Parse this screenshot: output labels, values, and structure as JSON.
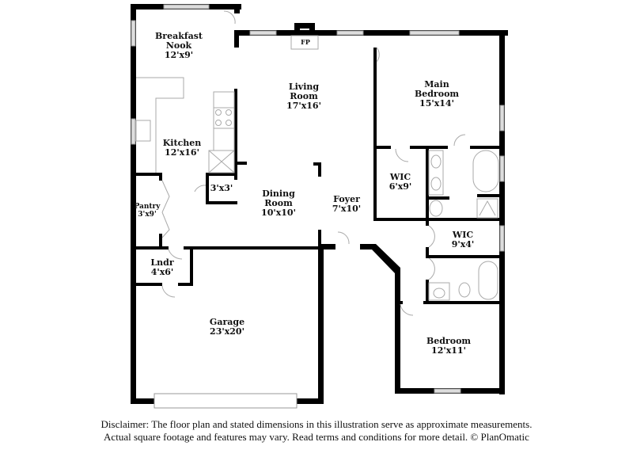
{
  "floor_plan": {
    "rooms": [
      {
        "id": "breakfast-nook",
        "name": "Breakfast Nook",
        "name_lines": [
          "Breakfast",
          "Nook"
        ],
        "dims": "12'x9'"
      },
      {
        "id": "living-room",
        "name": "Living Room",
        "name_lines": [
          "Living",
          "Room"
        ],
        "dims": "17'x16'"
      },
      {
        "id": "main-bedroom",
        "name": "Main Bedroom",
        "name_lines": [
          "Main",
          "Bedroom"
        ],
        "dims": "15'x14'"
      },
      {
        "id": "kitchen",
        "name": "Kitchen",
        "name_lines": [
          "Kitchen"
        ],
        "dims": "12'x16'"
      },
      {
        "id": "closet",
        "name": "",
        "name_lines": [],
        "dims": "3'x3'"
      },
      {
        "id": "dining-room",
        "name": "Dining Room",
        "name_lines": [
          "Dining",
          "Room"
        ],
        "dims": "10'x10'"
      },
      {
        "id": "foyer",
        "name": "Foyer",
        "name_lines": [
          "Foyer"
        ],
        "dims": "7'x10'"
      },
      {
        "id": "wic-main",
        "name": "WIC",
        "name_lines": [
          "WIC"
        ],
        "dims": "6'x9'"
      },
      {
        "id": "wic-second",
        "name": "WIC",
        "name_lines": [
          "WIC"
        ],
        "dims": "9'x4'"
      },
      {
        "id": "pantry",
        "name": "Pantry",
        "name_lines": [
          "Pantry"
        ],
        "dims": "3'x9'"
      },
      {
        "id": "laundry",
        "name": "Lndr",
        "name_lines": [
          "Lndr"
        ],
        "dims": "4'x6'"
      },
      {
        "id": "garage",
        "name": "Garage",
        "name_lines": [
          "Garage"
        ],
        "dims": "23'x20'"
      },
      {
        "id": "bedroom",
        "name": "Bedroom",
        "name_lines": [
          "Bedroom"
        ],
        "dims": "12'x11'"
      }
    ],
    "fixtures": {
      "fireplace_label": "FP"
    }
  },
  "disclaimer": {
    "line1": "Disclaimer: The floor plan and stated dimensions in this illustration serve as approximate measurements.",
    "line2": "Actual square footage and features may vary. Read terms and conditions for more detail. © PlanOmatic"
  }
}
